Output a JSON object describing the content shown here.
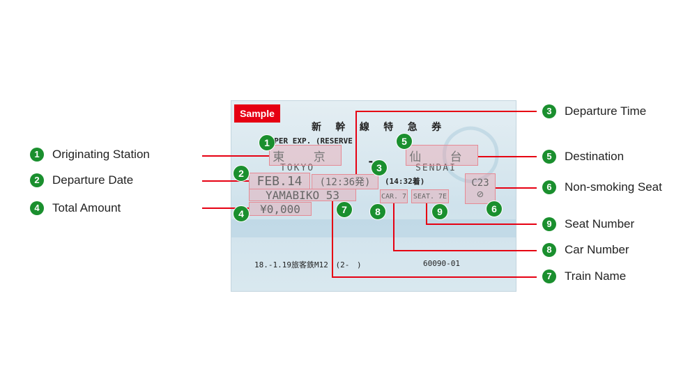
{
  "sample_label": "Sample",
  "ticket": {
    "title": "新 幹 線 特 急 券",
    "super_exp": "SUPER EXP. (RESERVE",
    "origin_kanji": "東 京",
    "origin_romaji": "TOKYO",
    "dest_kanji": "仙 台",
    "dest_romaji": "SENDAI",
    "dash": "-",
    "date": "FEB.14",
    "departure_time": "(12:36発)",
    "arrival_time": "(14:32着)",
    "train_name": "YAMABIKO 53",
    "car": "CAR. 7",
    "seat": "SEAT. 7E",
    "total": "¥0,000",
    "nonsmoking_code": "C23",
    "footer_left": "18.-1.19旅客鉄M12 (2- )",
    "footer_right": "60090-01"
  },
  "callouts": {
    "originating_station": {
      "num": "1",
      "label": "Originating Station"
    },
    "departure_date": {
      "num": "2",
      "label": "Departure Date"
    },
    "departure_time": {
      "num": "3",
      "label": "Departure Time"
    },
    "total_amount": {
      "num": "4",
      "label": "Total Amount"
    },
    "destination": {
      "num": "5",
      "label": "Destination"
    },
    "non_smoking_seat": {
      "num": "6",
      "label": "Non-smoking Seat"
    },
    "train_name": {
      "num": "7",
      "label": "Train Name"
    },
    "car_number": {
      "num": "8",
      "label": "Car Number"
    },
    "seat_number": {
      "num": "9",
      "label": "Seat Number"
    }
  },
  "colors": {
    "badge": "#1a8f2e",
    "line": "#e60012",
    "highlight": "#e58a94",
    "sample": "#e60012"
  }
}
